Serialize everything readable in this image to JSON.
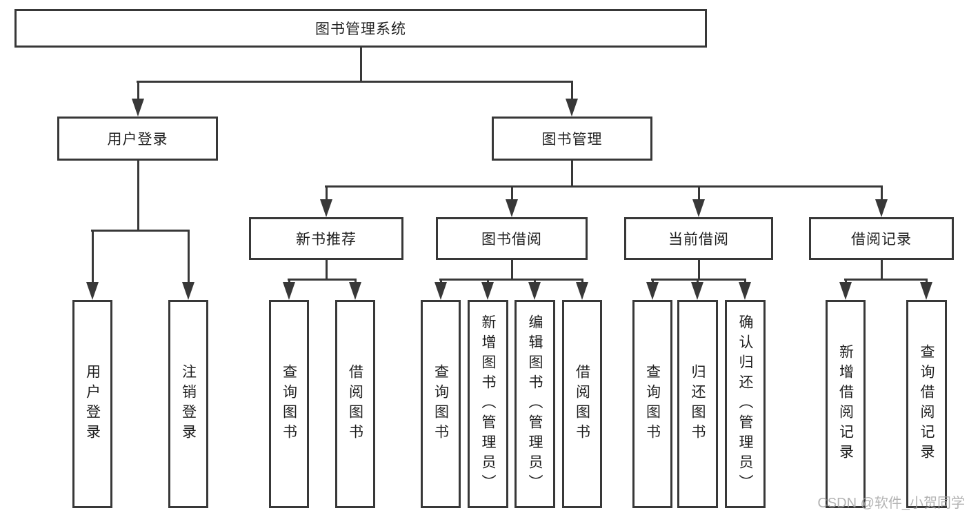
{
  "root": {
    "label": "图书管理系统"
  },
  "level2": [
    {
      "label": "用户登录",
      "children": [
        "用户登录",
        "注销登录"
      ]
    },
    {
      "label": "图书管理"
    }
  ],
  "level3": [
    {
      "label": "新书推荐",
      "children": [
        "查询图书",
        "借阅图书"
      ]
    },
    {
      "label": "图书借阅",
      "children": [
        "查询图书",
        "新增图书（管理员）",
        "编辑图书（管理员）",
        "借阅图书"
      ]
    },
    {
      "label": "当前借阅",
      "children": [
        "查询图书",
        "归还图书",
        "确认归还（管理员）"
      ]
    },
    {
      "label": "借阅记录",
      "children": [
        "新增借阅记录",
        "查询借阅记录"
      ]
    }
  ],
  "watermark": "CSDN @软件_小贺同学",
  "colors": {
    "line": "#383838",
    "text": "#1f1f1f",
    "watermark": "#a6a6a6"
  }
}
